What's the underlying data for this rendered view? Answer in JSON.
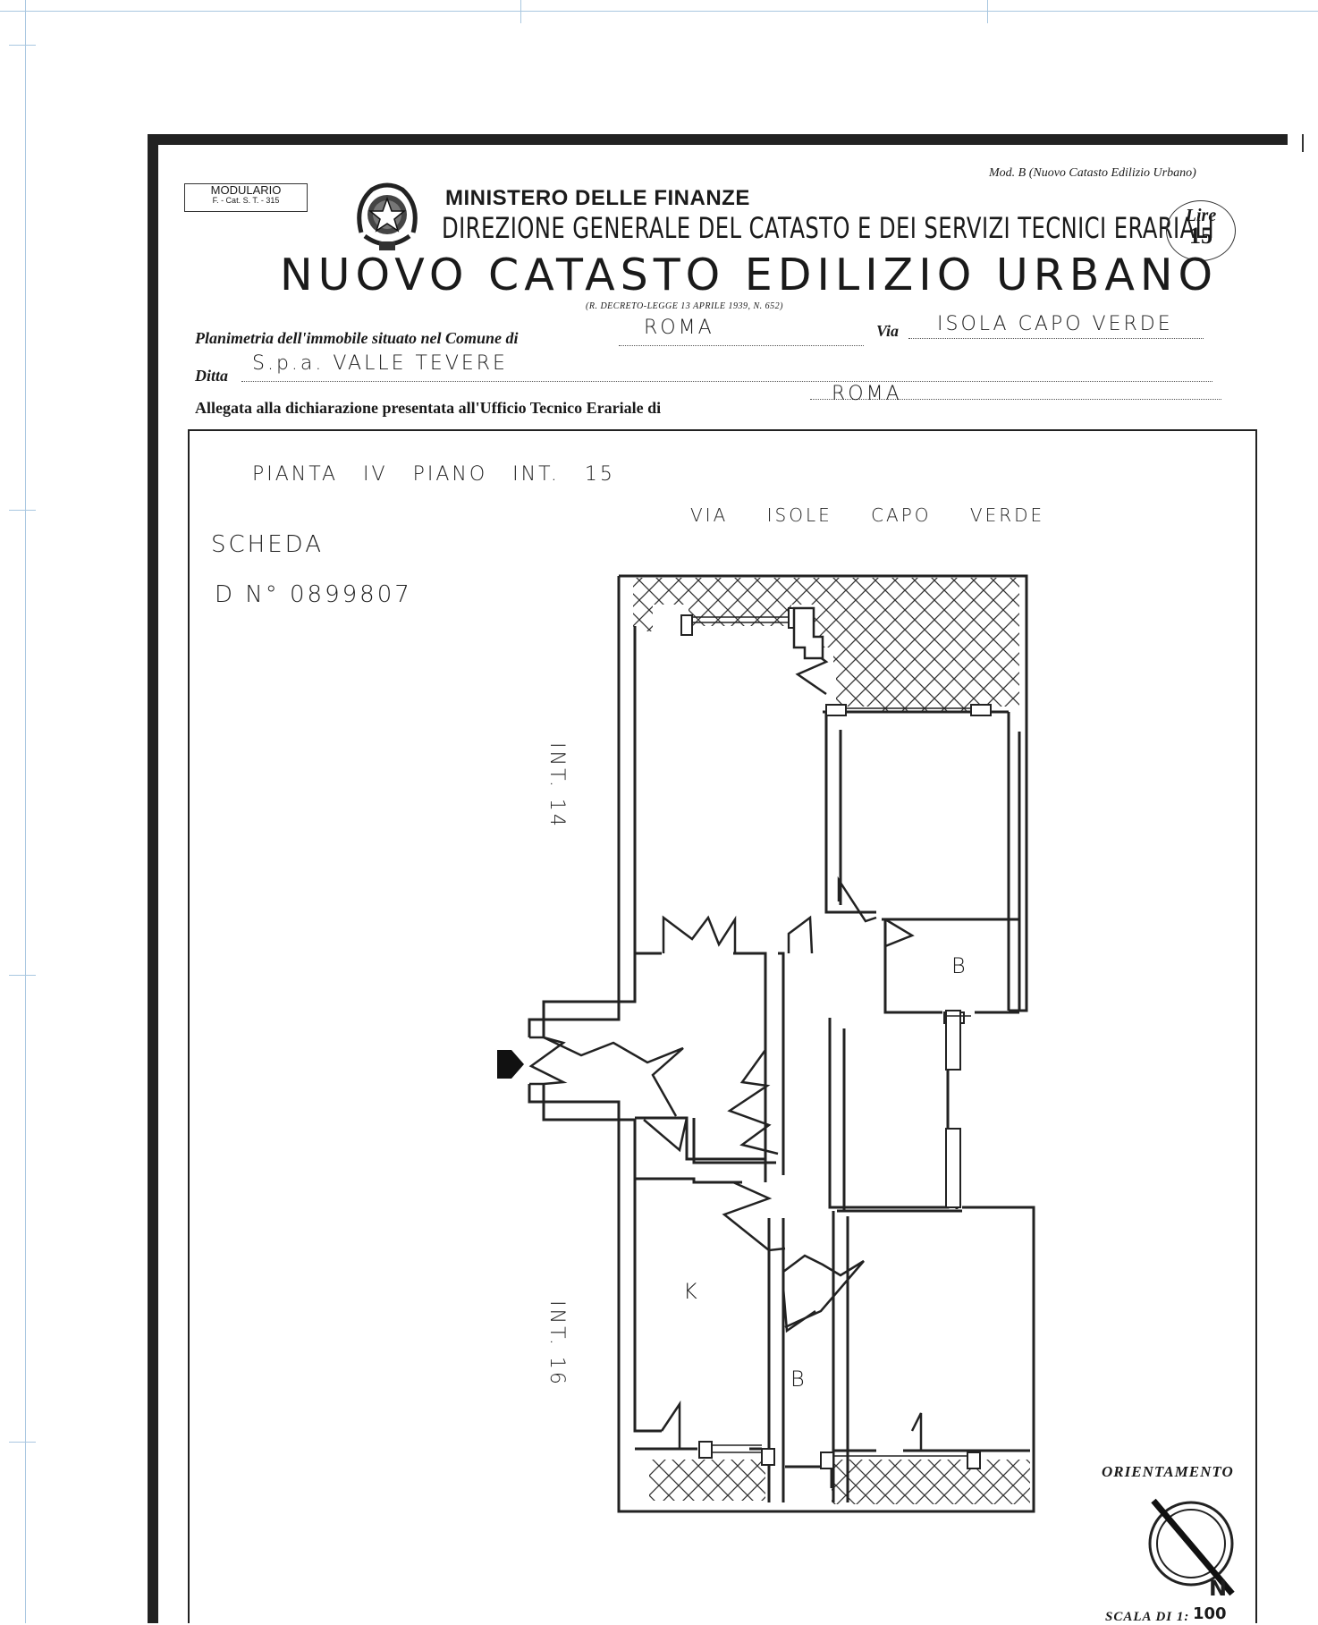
{
  "header": {
    "modulario_line1": "MODULARIO",
    "modulario_line2": "F. - Cat. S. T. - 315",
    "mod_b": "Mod. B (Nuovo Catasto Edilizio Urbano)",
    "ministero": "MINISTERO DELLE FINANZE",
    "direzione": "DIREZIONE GENERALE DEL CATASTO E DEI SERVIZI TECNICI ERARIALI",
    "lire_label": "Lire",
    "lire_value": "15",
    "title": "NUOVO CATASTO EDILIZIO URBANO",
    "decreto": "(R. DECRETO-LEGGE 13 APRILE 1939, N. 652)"
  },
  "form": {
    "planimetria_label": "Planimetria dell'immobile situato nel Comune di",
    "comune_value": "ROMA",
    "via_label": "Via",
    "via_value": "ISOLA CAPO VERDE",
    "ditta_label": "Ditta",
    "ditta_value": "S.p.a. VALLE TEVERE",
    "allegata_label": "Allegata alla dichiarazione presentata all'Ufficio Tecnico Erariale di",
    "ufficio_value": "ROMA"
  },
  "plan": {
    "pianta": "PIANTA IV PIANO INT. 15",
    "street": "VIA ISOLE CAPO VERDE",
    "scheda": "SCHEDA",
    "scheda_number": "D N° 0899807",
    "int_14": "INT. 14",
    "int_16": "INT. 16",
    "room_b_upper": "B",
    "room_b_lower": "B",
    "room_k": "K"
  },
  "footer": {
    "orientamento": "ORIENTAMENTO",
    "north_label": "N",
    "scala_label": "SCALA DI 1:",
    "scala_value": "100"
  }
}
